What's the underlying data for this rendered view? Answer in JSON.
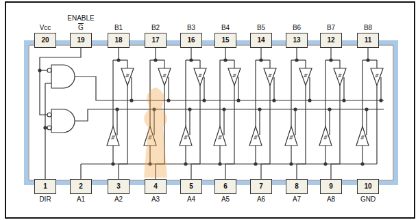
{
  "diagram": {
    "nodes": [
      {
        "text": [
          "Vcc",
          "20"
        ]
      },
      {
        "text": [
          "ENABLE",
          "G",
          "19"
        ]
      },
      {
        "text": [
          "B1",
          "18"
        ]
      },
      {
        "text": [
          "B2",
          "17"
        ]
      },
      {
        "text": [
          "B3",
          "16"
        ]
      },
      {
        "text": [
          "B4",
          "15"
        ]
      },
      {
        "text": [
          "B5",
          "14"
        ]
      },
      {
        "text": [
          "B6",
          "13"
        ]
      },
      {
        "text": [
          "B7",
          "12"
        ]
      },
      {
        "text": [
          "B8",
          "11"
        ]
      },
      {
        "text": [
          "1",
          "DIR"
        ]
      },
      {
        "text": [
          "2",
          "A1"
        ]
      },
      {
        "text": [
          "3",
          "A2"
        ]
      },
      {
        "text": [
          "4",
          "A3"
        ]
      },
      {
        "text": [
          "5",
          "A4"
        ]
      },
      {
        "text": [
          "6",
          "A5"
        ]
      },
      {
        "text": [
          "7",
          "A6"
        ]
      },
      {
        "text": [
          "8",
          "A7"
        ]
      },
      {
        "text": [
          "9",
          "A8"
        ]
      },
      {
        "text": [
          "10",
          "GND"
        ]
      }
    ]
  }
}
